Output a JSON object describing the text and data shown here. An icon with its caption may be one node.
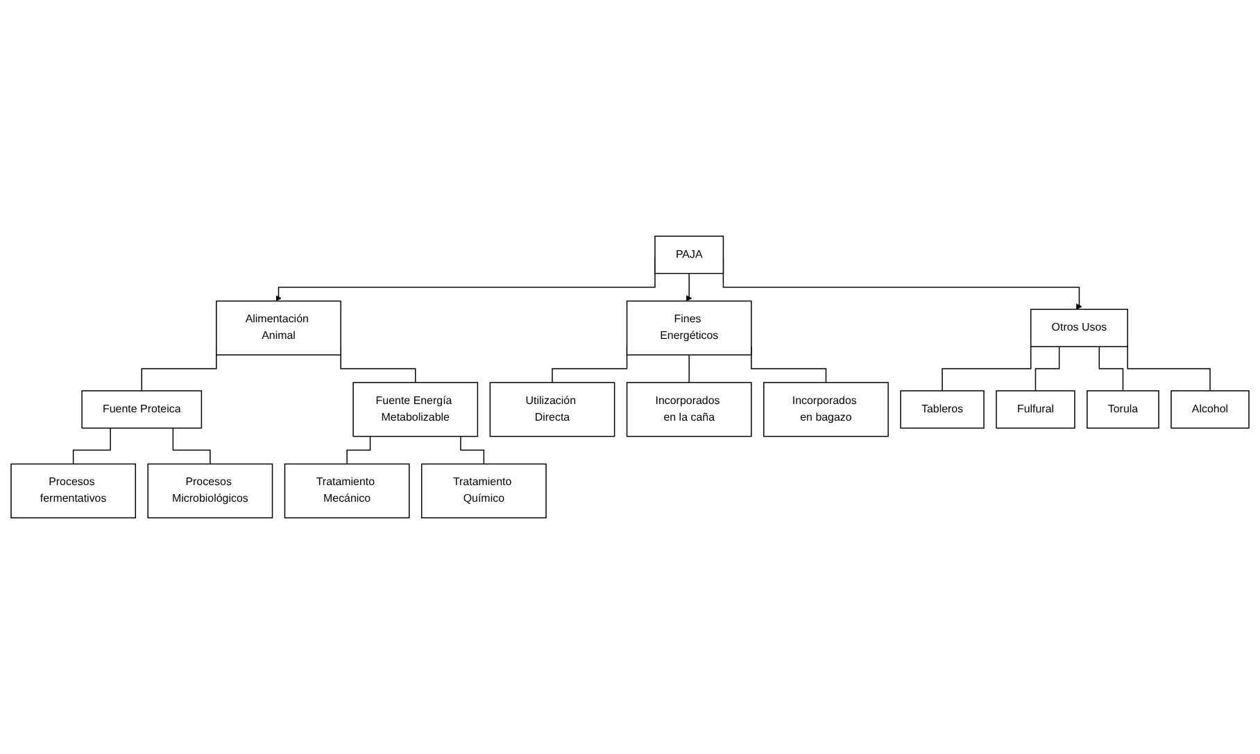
{
  "diagram": {
    "nodes": [
      {
        "text": [
          "PAJA"
        ]
      },
      {
        "text": [
          "Alimentación Animal"
        ]
      },
      {
        "text": [
          "Fuente Proteica"
        ]
      },
      {
        "text": [
          "Procesos fermentativos"
        ]
      },
      {
        "text": [
          "Procesos Microbiológicos"
        ]
      },
      {
        "text": [
          "Fuente Energía Metabolizable"
        ]
      },
      {
        "text": [
          "Tratamiento Mecánico"
        ]
      },
      {
        "text": [
          "Tratamiento Químico"
        ]
      },
      {
        "text": [
          "Fines Energéticos"
        ]
      },
      {
        "text": [
          "Utilización Directa"
        ]
      },
      {
        "text": [
          "Incorporados en la caña"
        ]
      },
      {
        "text": [
          "Incorporados en bagazo"
        ]
      },
      {
        "text": [
          "Otros Usos"
        ]
      },
      {
        "text": [
          "Tableros"
        ]
      },
      {
        "text": [
          "Fulfural"
        ]
      },
      {
        "text": [
          "Torula"
        ]
      },
      {
        "text": [
          "Alcohol"
        ]
      }
    ],
    "edges": [
      {
        "from": 0,
        "to": 1,
        "arrow": "to"
      },
      {
        "from": 0,
        "to": 8,
        "arrow": "to"
      },
      {
        "from": 0,
        "to": 12,
        "arrow": "to"
      },
      {
        "from": 1,
        "to": 2,
        "arrow": "none"
      },
      {
        "from": 1,
        "to": 5,
        "arrow": "none"
      },
      {
        "from": 2,
        "to": 3,
        "arrow": "none"
      },
      {
        "from": 2,
        "to": 4,
        "arrow": "none"
      },
      {
        "from": 5,
        "to": 6,
        "arrow": "none"
      },
      {
        "from": 5,
        "to": 7,
        "arrow": "none"
      },
      {
        "from": 8,
        "to": 9,
        "arrow": "none"
      },
      {
        "from": 8,
        "to": 10,
        "arrow": "none"
      },
      {
        "from": 8,
        "to": 11,
        "arrow": "none"
      },
      {
        "from": 12,
        "to": 13,
        "arrow": "none"
      },
      {
        "from": 12,
        "to": 14,
        "arrow": "none"
      },
      {
        "from": 12,
        "to": 15,
        "arrow": "none"
      },
      {
        "from": 12,
        "to": 16,
        "arrow": "none"
      }
    ]
  }
}
